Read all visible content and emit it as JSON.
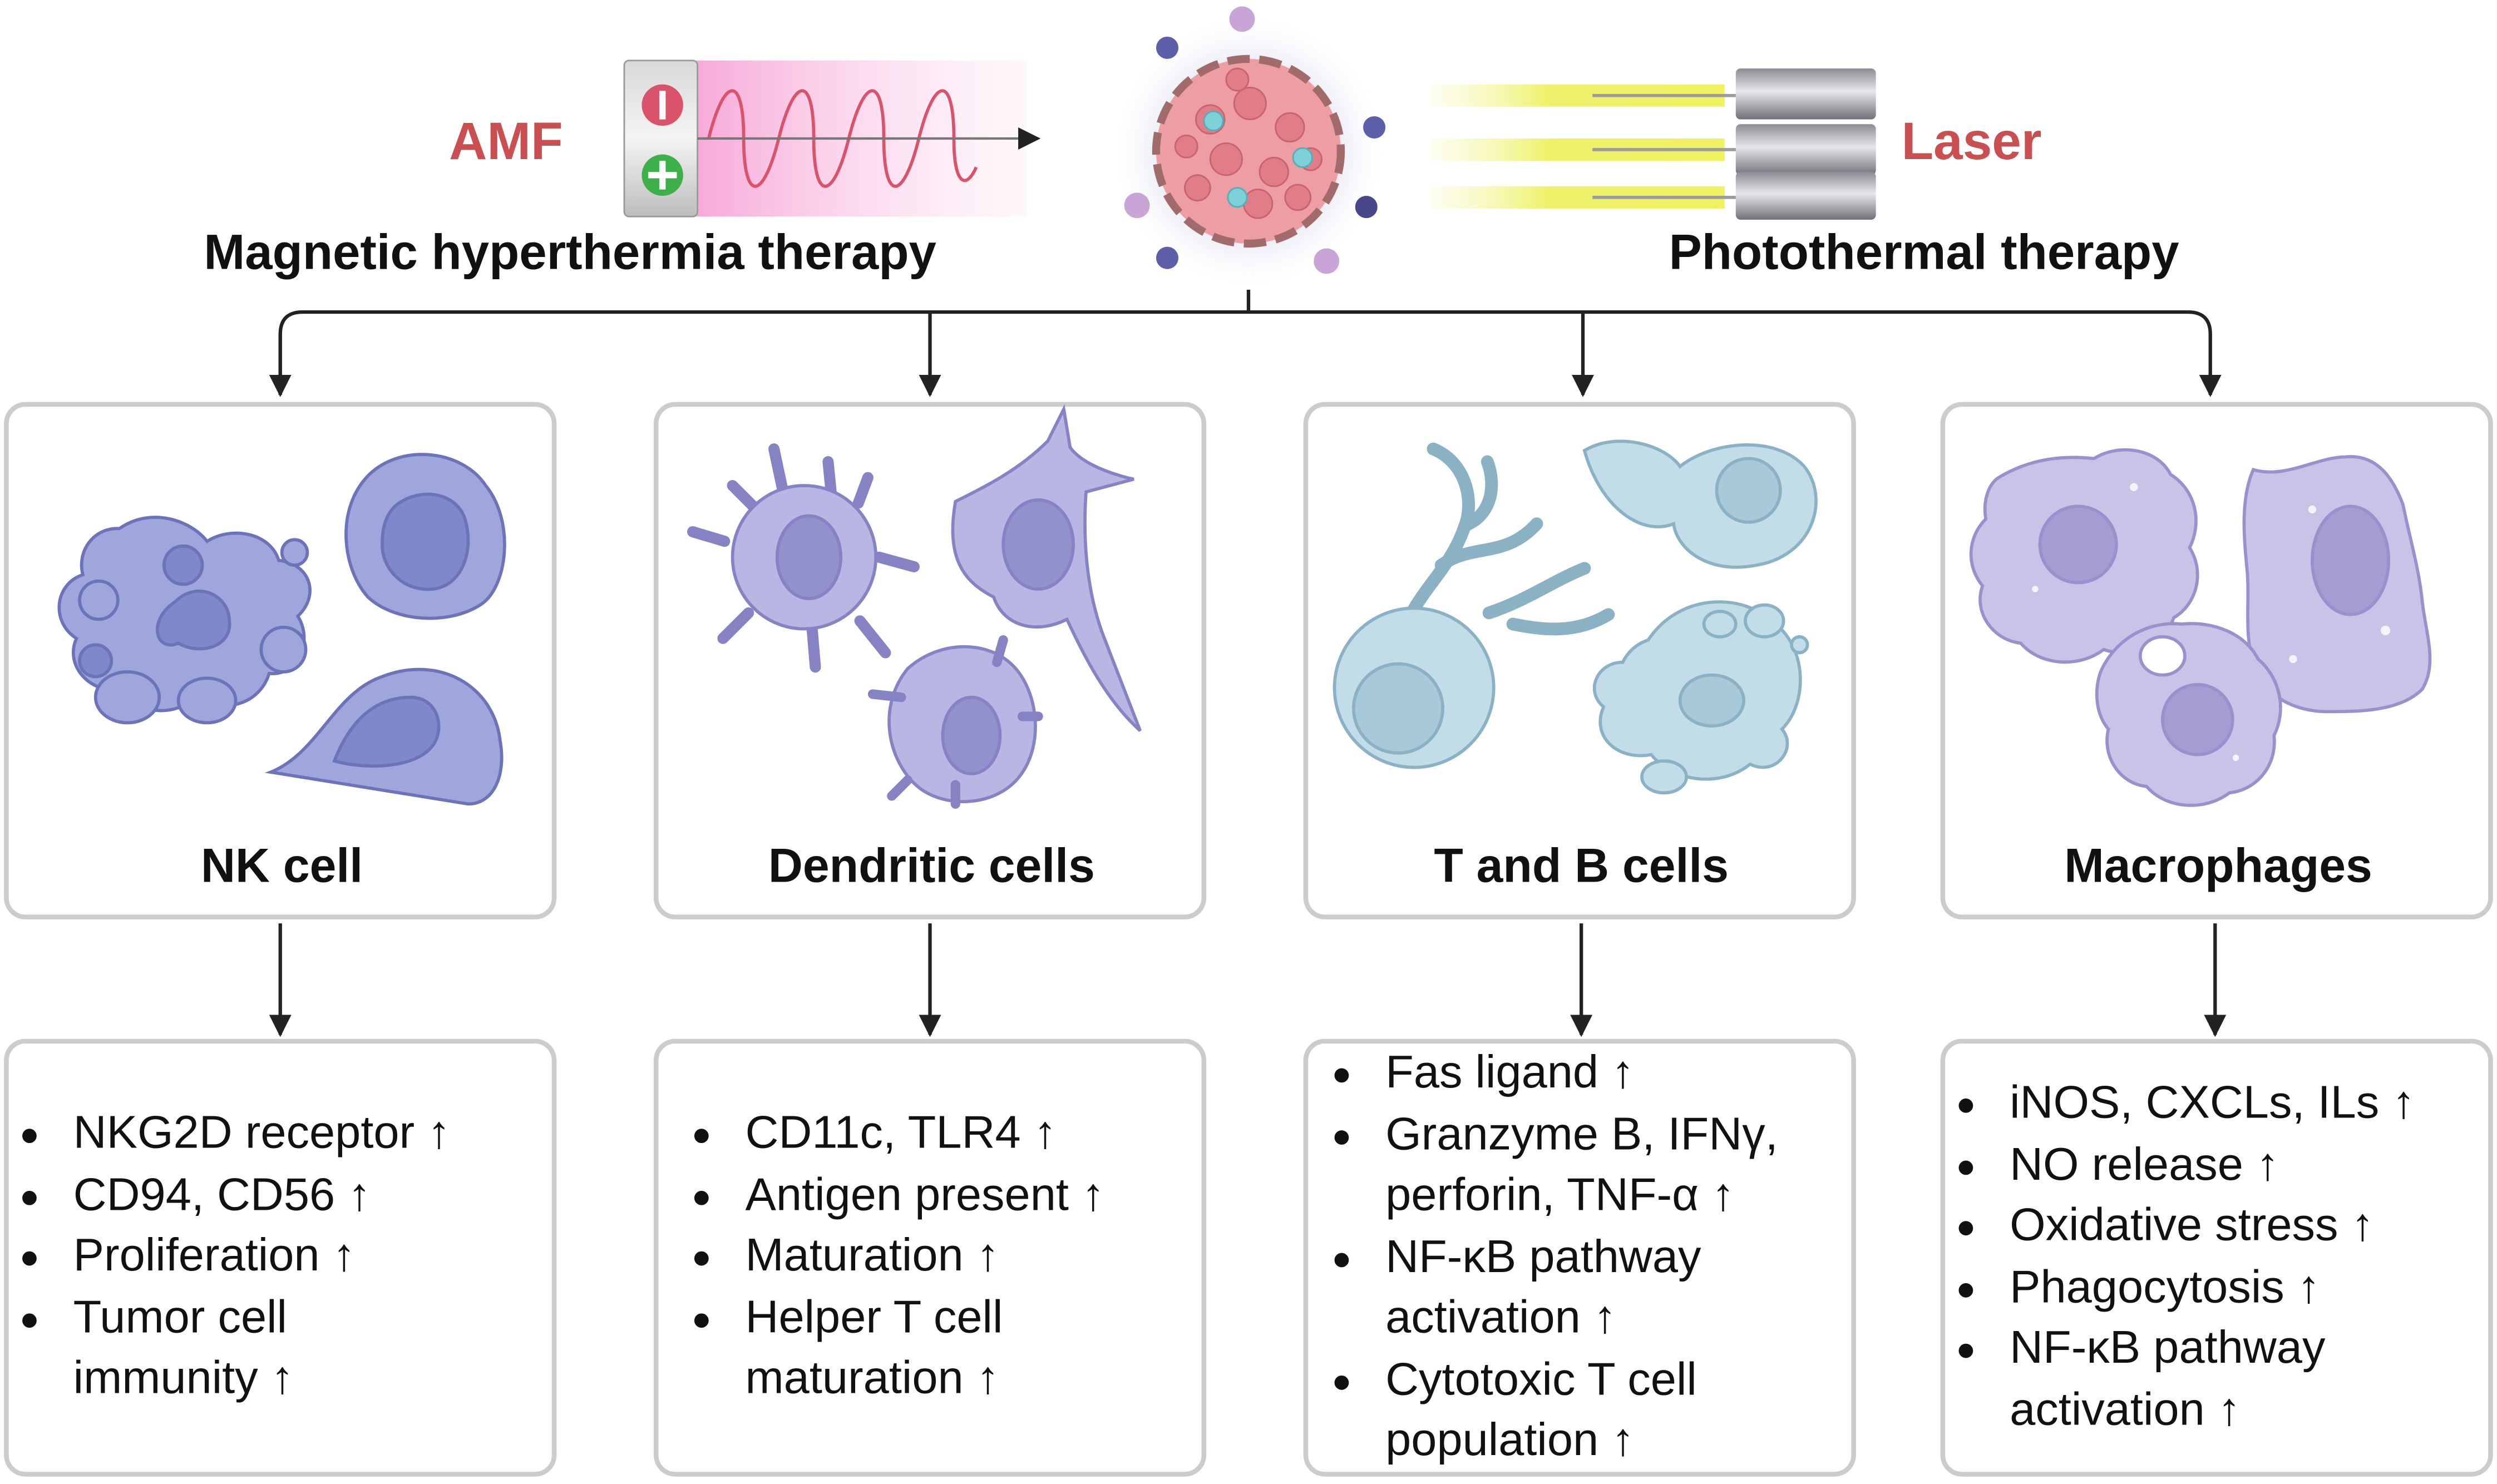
{
  "top": {
    "left_technique": "AMF",
    "right_technique": "Laser",
    "left_therapy": "Magnetic hyperthermia therapy",
    "right_therapy": "Photothermal therapy"
  },
  "panels": [
    {
      "title": "NK cell",
      "effects": [
        [
          "NKG2D receptor ↑"
        ],
        [
          "CD94, CD56 ↑"
        ],
        [
          "Proliferation ↑"
        ],
        [
          "Tumor cell",
          "immunity ↑"
        ]
      ]
    },
    {
      "title": "Dendritic cells",
      "effects": [
        [
          "CD11c, TLR4 ↑"
        ],
        [
          "Antigen present ↑"
        ],
        [
          "Maturation ↑"
        ],
        [
          "Helper T cell",
          "maturation ↑"
        ]
      ]
    },
    {
      "title": "T and B cells",
      "effects": [
        [
          "Fas ligand ↑"
        ],
        [
          "Granzyme B, IFNγ,",
          "perforin, TNF-α ↑"
        ],
        [
          "NF-κB pathway",
          "activation ↑"
        ],
        [
          "Cytotoxic T cell",
          "population ↑"
        ]
      ]
    },
    {
      "title": "Macrophages",
      "effects": [
        [
          "iNOS, CXCLs, ILs  ↑"
        ],
        [
          "NO release ↑"
        ],
        [
          "Oxidative stress ↑"
        ],
        [
          "Phagocytosis ↑"
        ],
        [
          "NF-κB pathway",
          "activation ↑"
        ]
      ]
    }
  ],
  "colors": {
    "accent_red": "#c94f50",
    "panel_border": "#cccccc",
    "nk_cells": "#9ea6dc",
    "dendritic_cells": "#b8b6e2",
    "lymphocytes": "#c3dde8",
    "macrophages": "#cbc2e8",
    "laser_beam": "#eef26a"
  }
}
